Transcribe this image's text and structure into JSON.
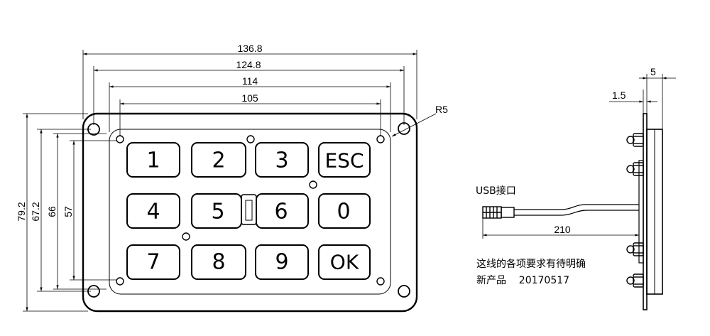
{
  "front_view": {
    "dimensions": {
      "overall_width": "136.8",
      "hole_spacing_width": "124.8",
      "inner_width": "114",
      "keypad_width": "105",
      "overall_height": "79.2",
      "hole_spacing_height": "67.2",
      "inner_height": "66",
      "keypad_height": "57",
      "corner_radius": "R5"
    },
    "keys": [
      {
        "label": "1"
      },
      {
        "label": "2"
      },
      {
        "label": "3"
      },
      {
        "label": "ESC"
      },
      {
        "label": "4"
      },
      {
        "label": "5"
      },
      {
        "label": "6"
      },
      {
        "label": "0"
      },
      {
        "label": "7"
      },
      {
        "label": "8"
      },
      {
        "label": "9"
      },
      {
        "label": "OK"
      }
    ]
  },
  "side_view": {
    "dimensions": {
      "thickness_total": "5",
      "thickness_plate": "1.5",
      "cable_length": "210"
    },
    "connector_label": "USB接口",
    "note_line_1": "这线的各项要求有待明确",
    "note_line_2": "新产品    20170517"
  }
}
